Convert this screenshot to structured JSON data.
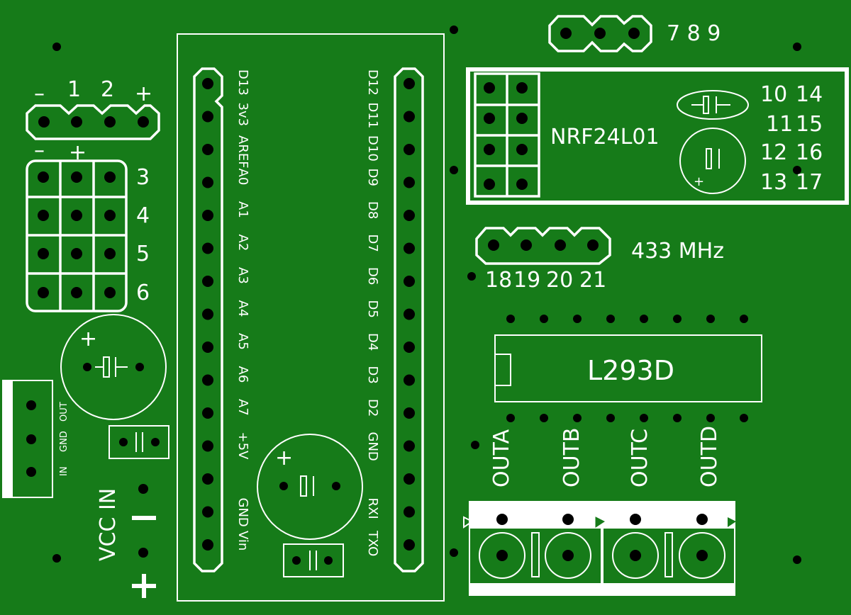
{
  "header_pins": {
    "label": "7 8 9"
  },
  "power_header": {
    "labels": [
      "–",
      "1",
      "2",
      "+"
    ],
    "sub_labels": [
      "–",
      "+"
    ]
  },
  "servo_rows": [
    "3",
    "4",
    "5",
    "6"
  ],
  "nrf": {
    "title": "NRF24L01",
    "pin_labels": [
      "10",
      "14",
      "11",
      "15",
      "12",
      "16",
      "13",
      "17"
    ]
  },
  "rf433": {
    "title": "433 MHz",
    "pin_labels": [
      "18",
      "19",
      "20",
      "21"
    ]
  },
  "driver": {
    "title": "L293D"
  },
  "outputs": [
    "OUTA",
    "OUTB",
    "OUTC",
    "OUTD"
  ],
  "regulator": {
    "labels": [
      "IN",
      "GND",
      "OUT"
    ]
  },
  "vcc": {
    "title": "VCC IN",
    "minus": "–",
    "plus": "+"
  },
  "cap_plus": "+",
  "nano": {
    "left_pins": [
      "D13",
      "3v3",
      "AREF",
      "A0",
      "A1",
      "A2",
      "A3",
      "A4",
      "A5",
      "A6",
      "A7",
      "+5V",
      "",
      "GND",
      "Vin"
    ],
    "right_pins": [
      "D12",
      "D11",
      "D10",
      "D9",
      "D8",
      "D7",
      "D6",
      "D5",
      "D4",
      "D3",
      "D2",
      "GND",
      "",
      "RXI",
      "TXO"
    ]
  }
}
